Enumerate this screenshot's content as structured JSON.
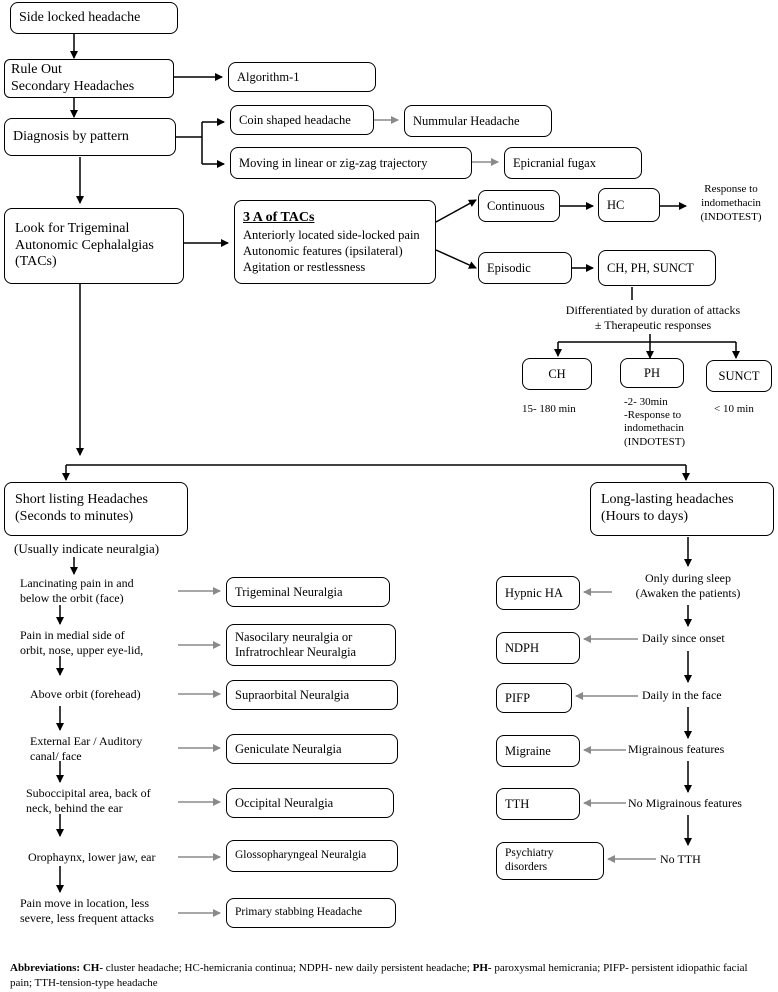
{
  "top": {
    "side_locked": "Side locked headache",
    "rule_out": [
      "Rule Out",
      "Secondary Headaches"
    ],
    "algorithm": "Algorithm-1",
    "diagnosis": "Diagnosis by pattern",
    "coin": "Coin shaped headache",
    "nummular": "Nummular Headache",
    "moving": "Moving in linear or zig-zag trajectory",
    "fugax": "Epicranial fugax"
  },
  "tacs": {
    "look_for": [
      "Look for Trigeminal",
      "Autonomic Cephalalgias",
      "(TACs)"
    ],
    "three_a_title": "3 A of TACs",
    "three_a_items": [
      "Anteriorly located side-locked pain",
      "Autonomic features (ipsilateral)",
      "Agitation or restlessness"
    ],
    "continuous": "Continuous",
    "hc": "HC",
    "hc_response": [
      "Response to",
      "indomethacin",
      "(INDOTEST)"
    ],
    "episodic": "Episodic",
    "ch_ph_sunct": "CH, PH, SUNCT",
    "differentiated": [
      "Differentiated by duration of attacks",
      "± Therapeutic responses"
    ],
    "ch": "CH",
    "ph": "PH",
    "sunct": "SUNCT",
    "ch_time": "15- 180 min",
    "ph_time": [
      "-2- 30min",
      "-Response to",
      "indomethacin",
      "(INDOTEST)"
    ],
    "sunct_time": "< 10 min"
  },
  "short": {
    "title": [
      "Short listing Headaches",
      "(Seconds to minutes)"
    ],
    "note": "(Usually indicate neuralgia)",
    "steps": [
      [
        "Lancinating pain in and",
        "below the orbit (face)"
      ],
      [
        "Pain in medial side of",
        "orbit, nose, upper eye-lid,"
      ],
      [
        "Above orbit (forehead)"
      ],
      [
        "External Ear / Auditory",
        "canal/ face"
      ],
      [
        "Suboccipital area, back of",
        "neck, behind the ear"
      ],
      [
        "Orophaynx, lower jaw, ear"
      ],
      [
        "Pain move in location, less",
        "severe, less frequent attacks"
      ]
    ],
    "results": [
      [
        "Trigeminal Neuralgia"
      ],
      [
        "Nasocilary neuralgia or",
        "Infratrochlear Neuralgia"
      ],
      [
        "Supraorbital Neuralgia"
      ],
      [
        "Geniculate Neuralgia"
      ],
      [
        "Occipital Neuralgia"
      ],
      [
        "Glossopharyngeal Neuralgia"
      ],
      [
        "Primary stabbing Headache"
      ]
    ]
  },
  "long": {
    "title": [
      "Long-lasting headaches",
      "(Hours to days)"
    ],
    "steps": [
      [
        "Only during sleep",
        "(Awaken the patients)"
      ],
      [
        "Daily since onset"
      ],
      [
        "Daily in the face"
      ],
      [
        "Migrainous features"
      ],
      [
        "No Migrainous features"
      ],
      [
        "No TTH"
      ]
    ],
    "results": [
      [
        "Hypnic HA"
      ],
      [
        "NDPH"
      ],
      [
        "PIFP"
      ],
      [
        "Migraine"
      ],
      [
        "TTH"
      ],
      [
        "Psychiatry",
        "disorders"
      ]
    ]
  },
  "abbreviations": {
    "label": "Abbreviations:",
    "parts": [
      {
        "bold": "CH-",
        "text": " cluster headache; HC-hemicrania continua; NDPH- new daily persistent headache; "
      },
      {
        "bold": "PH-",
        "text": " paroxysmal hemicrania;"
      },
      {
        "bold": "",
        "text": " PIFP- persistent idiopathic facial pain; TTH-tension-type headache"
      }
    ]
  }
}
